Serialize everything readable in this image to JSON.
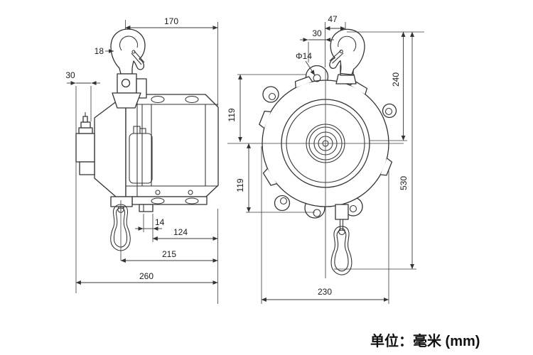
{
  "colors": {
    "line": "#333333",
    "background": "#ffffff",
    "text": "#1b1b1b"
  },
  "unit_note": "单位：毫米 (mm)",
  "dimensions": {
    "side_width_top": "170",
    "side_hook_size": "18",
    "side_stopper_depth": "30",
    "side_outlet_width": "14",
    "side_len_124": "124",
    "side_len_215": "215",
    "side_len_260": "260",
    "front_hook_offset": "47",
    "front_lug_offset": "30",
    "front_hole_dia": "Φ14",
    "front_height_240": "240",
    "front_radius_upper": "119",
    "front_radius_lower": "119",
    "front_total_height": "530",
    "front_width_230": "230"
  }
}
